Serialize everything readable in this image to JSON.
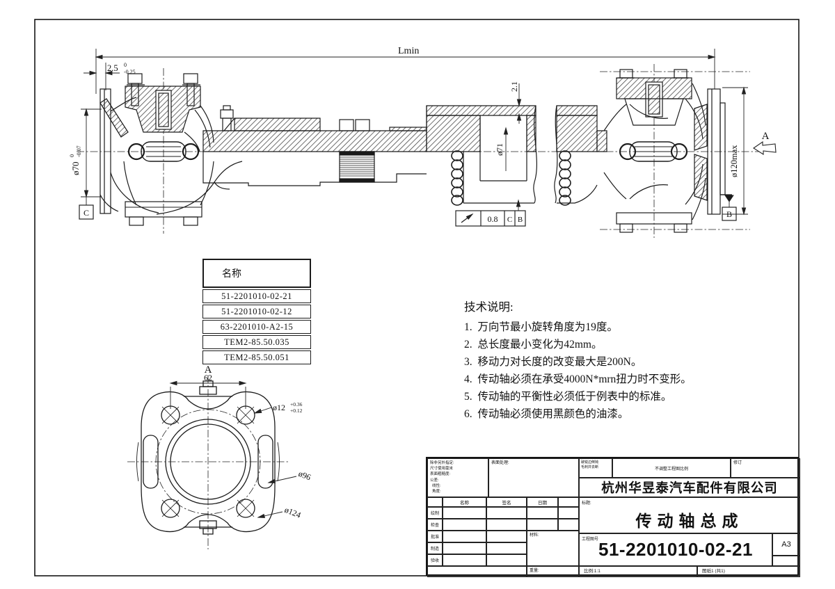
{
  "drawing": {
    "lmin": "Lmin",
    "dim25_main": "2.5",
    "dim25_sup": "0",
    "dim25_sub": "-0.25",
    "dia70_main": "ø70",
    "dia70_sup": "0",
    "dia70_sub": "-0.07",
    "dim21": "2.1",
    "dia71": "ø71",
    "dia120": "ø120max",
    "view_label": "A",
    "datum_b": "B",
    "datum_c": "C",
    "runout_value": "0.8",
    "runout_d1": "C",
    "runout_d2": "B"
  },
  "flange_view": {
    "label": "A",
    "dim62": "62",
    "dia12_main": "ø12",
    "dia12_sup": "+0.36",
    "dia12_sub": "+0.12",
    "dia96": "ø96",
    "dia124": "ø124"
  },
  "parts_table": {
    "header": "名称",
    "rows": [
      "51-2201010-02-21",
      "51-2201010-02-12",
      "63-2201010-A2-15",
      "TEM2-85.50.035",
      "TEM2-85.50.051"
    ]
  },
  "tech_notes": {
    "title": "技术说明:",
    "items": [
      "1.  万向节最小旋转角度为19度。",
      "2.  总长度最小变化为42mm。",
      "3.  移动力对长度的改变最大是200N。",
      "4.  传动轴必须在承受4000N*mrn扭力时不变形。",
      "5.  传动轴的平衡性必须低于例表中的标准。",
      "6.  传动轴必须使用黑颜色的油漆。"
    ]
  },
  "title_block": {
    "spec_lines": [
      "除非另外指定:",
      "尺寸使用毫米",
      "表面粗糙度:",
      "公差:",
      "  线性:",
      "  角度:"
    ],
    "finish_label": "表面处理:",
    "deburr_line1": "破锐边倒钝",
    "deburr_line2": "毛刺并去断",
    "no_scale": "不调整工程图比例",
    "revision": "修订",
    "company": "杭州华昱泰汽车配件有限公司",
    "col_name": "名称",
    "col_signature": "签名",
    "col_date": "日期",
    "rows": [
      "绘制",
      "检查",
      "批准",
      "制造",
      "验收"
    ],
    "material_label": "材料:",
    "weight_label": "重量:",
    "title_label": "标题:",
    "title": "传动轴总成",
    "dwg_label": "工程图号",
    "dwg_no": "51-2201010-02-21",
    "sheet_size": "A3",
    "scale": "比例:1:1",
    "sheet": "图纸1 (共1)"
  }
}
